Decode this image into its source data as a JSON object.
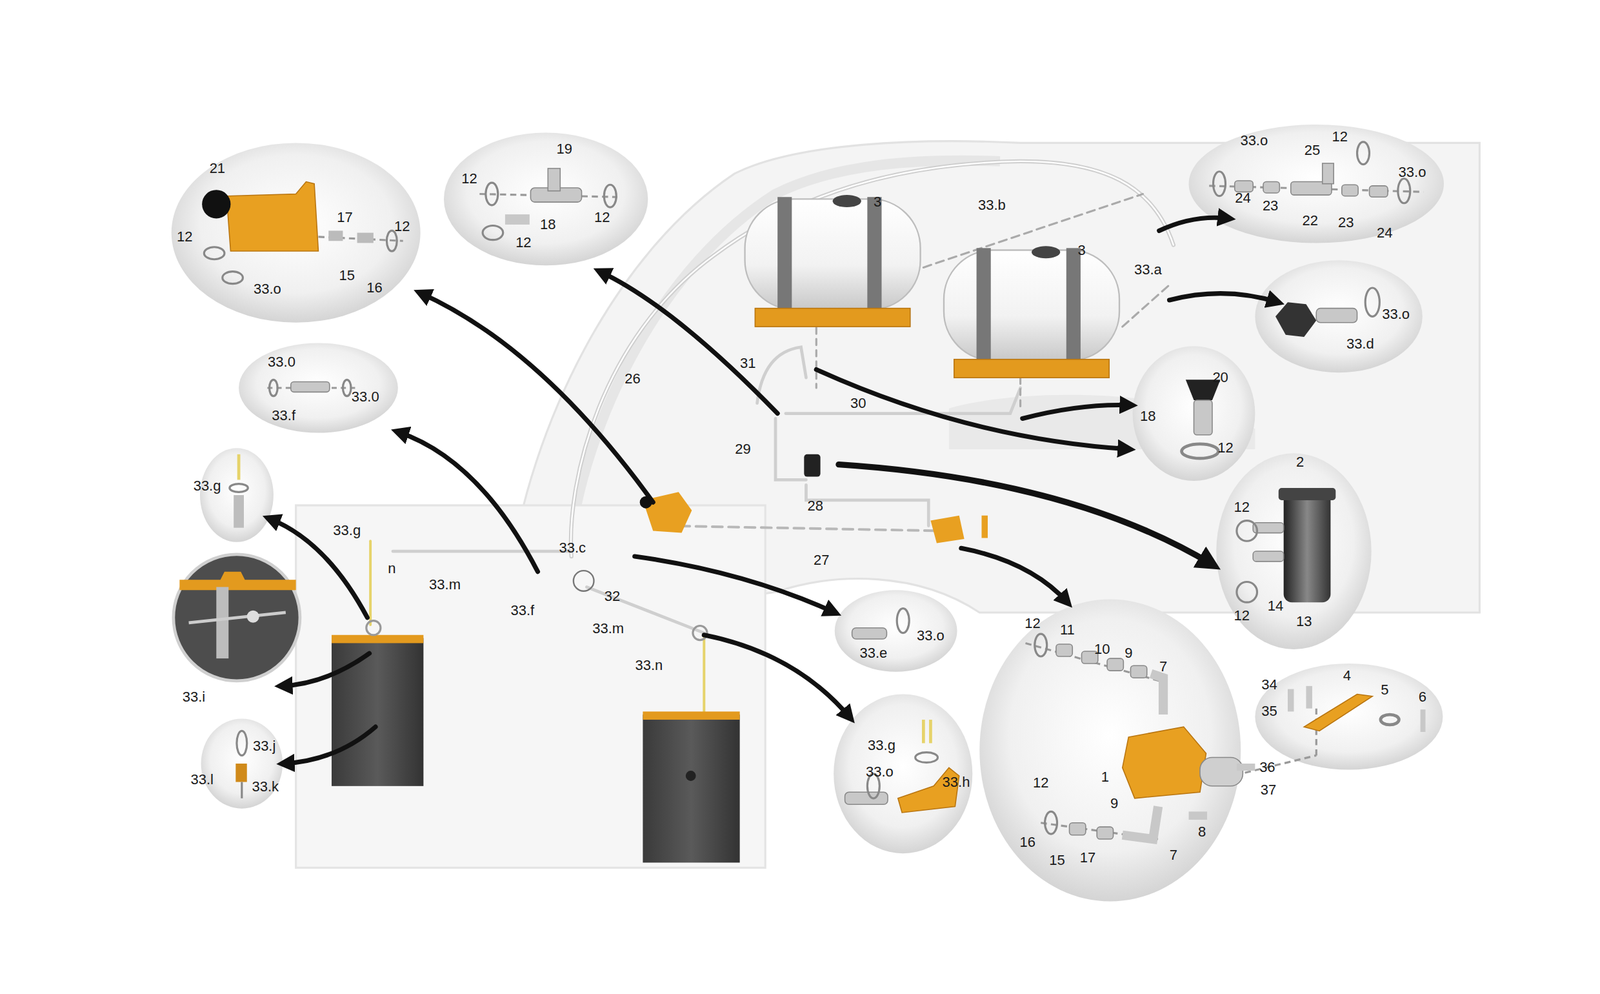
{
  "diagram": {
    "labels": [
      "21",
      "12",
      "33.o",
      "17",
      "15",
      "16",
      "12",
      "19",
      "12",
      "18",
      "12",
      "12",
      "3",
      "3",
      "33.b",
      "33.a",
      "33.o",
      "12",
      "25",
      "33.o",
      "24",
      "23",
      "22",
      "23",
      "24",
      "33.o",
      "33.d",
      "20",
      "18",
      "12",
      "2",
      "12",
      "12",
      "14",
      "13",
      "26",
      "31",
      "30",
      "29",
      "28",
      "27",
      "33.0",
      "33.f",
      "33.0",
      "33.g",
      "33.g",
      "n",
      "33.m",
      "33.c",
      "32",
      "33.f",
      "33.m",
      "33.n",
      "33.i",
      "33.j",
      "33.l",
      "33.k",
      "33.o",
      "33.e",
      "33.g",
      "33.o",
      "33.h",
      "12",
      "11",
      "10",
      "9",
      "7",
      "1",
      "8",
      "12",
      "9",
      "16",
      "15",
      "17",
      "7",
      "34",
      "35",
      "4",
      "5",
      "6",
      "36",
      "37"
    ]
  }
}
